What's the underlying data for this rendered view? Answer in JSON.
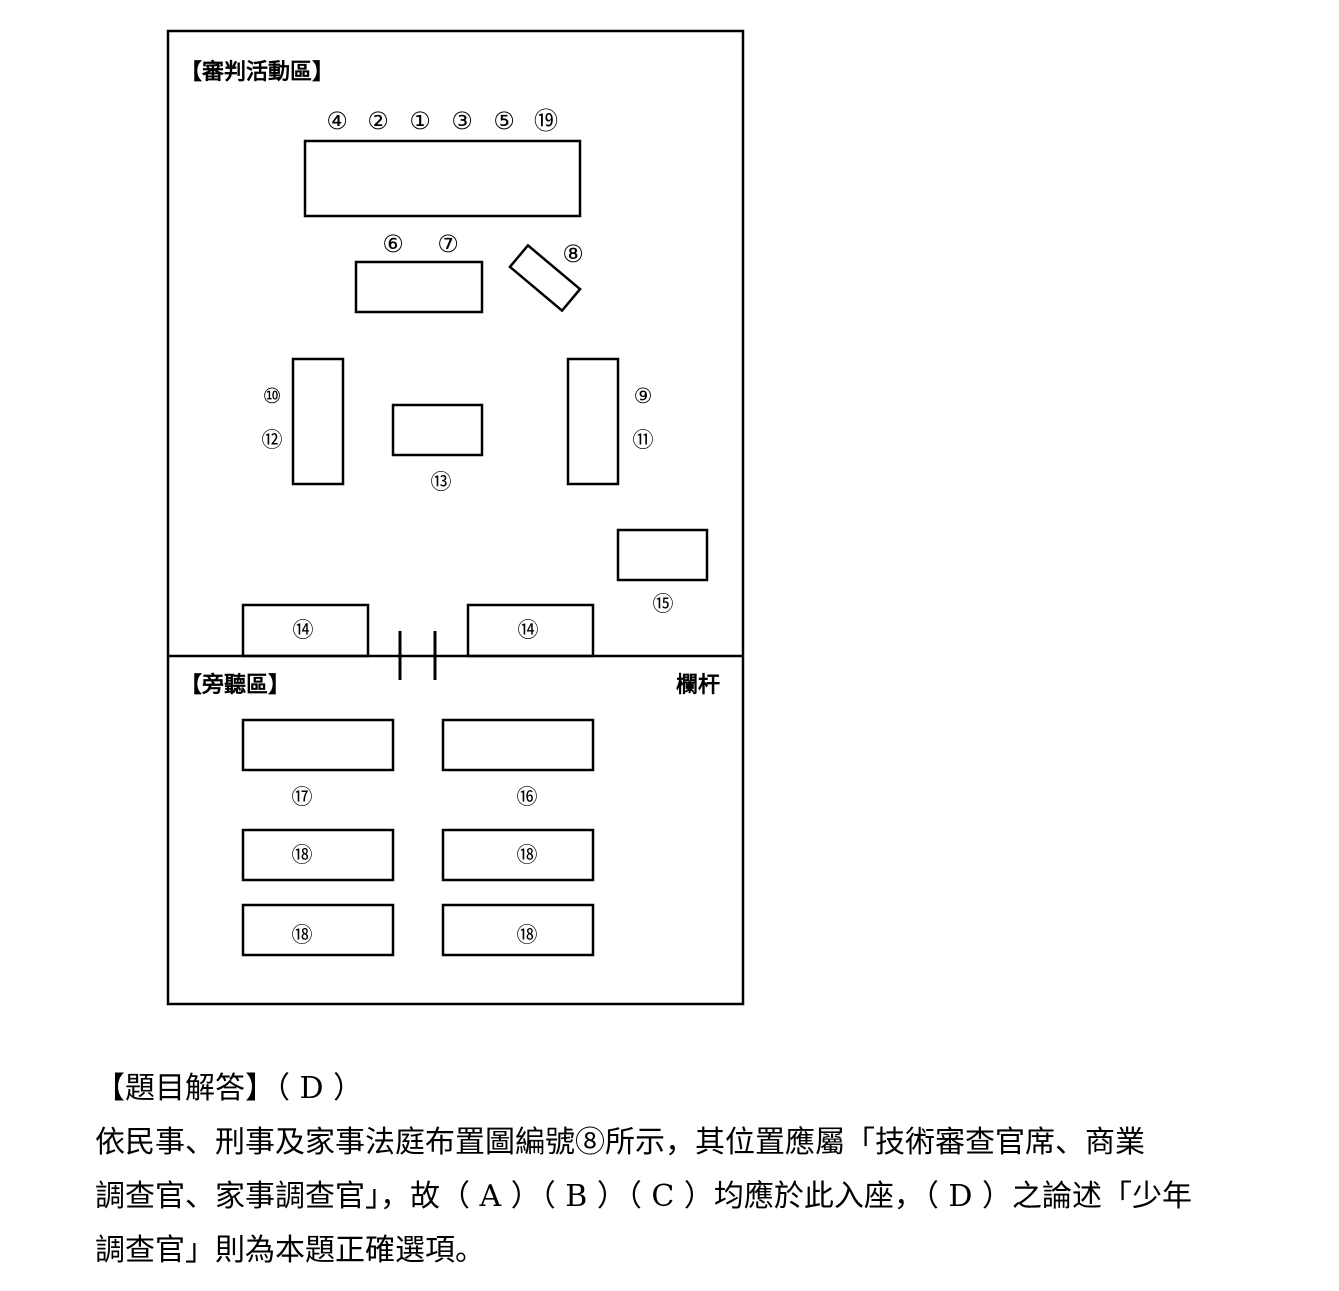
{
  "diagram": {
    "trial_zone_label": "【審判活動區】",
    "gallery_zone_label": "【旁聽區】",
    "railing_label": "欄杆",
    "bench_numbers": [
      "④",
      "②",
      "①",
      "③",
      "⑤",
      "⑲"
    ],
    "labels": {
      "n6": "⑥",
      "n7": "⑦",
      "n8": "⑧",
      "n10": "⑩",
      "n12": "⑫",
      "n9": "⑨",
      "n11": "⑪",
      "n13": "⑬",
      "n15": "⑮",
      "n14": "⑭",
      "n17": "⑰",
      "n16": "⑯",
      "n18": "⑱"
    }
  },
  "answer": {
    "heading": "【題目解答】（ D ）",
    "lines": [
      "依民事、刑事及家事法庭布置圖編號⑧所示，其位置應屬「技術審查官席、商業",
      "調查官、家事調查官」，故（ A ）（ B ）（ C ）均應於此入座，（ D ）之論述「少年",
      "調查官」則為本題正確選項。"
    ]
  }
}
